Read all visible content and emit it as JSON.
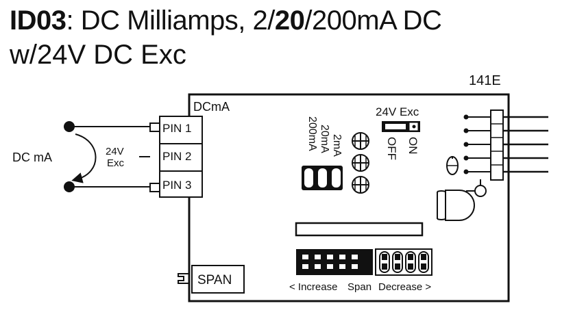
{
  "title": {
    "code": "ID03",
    "sep": ": ",
    "pre": "DC Milliamps, 2/",
    "bold": "20",
    "post": "/200mA DC",
    "line2": "w/24V DC Exc"
  },
  "model": "141E",
  "module_label": "DCmA",
  "pins": [
    "PIN 1",
    "PIN 2",
    "PIN 3"
  ],
  "loop": {
    "signal_label": "DC mA",
    "exc_label_1": "24V",
    "exc_label_2": "Exc"
  },
  "range_labels": [
    "2mA",
    "20mA",
    "200mA"
  ],
  "excitation": {
    "label": "24V Exc",
    "off": "OFF",
    "on": "ON"
  },
  "span_label": "SPAN",
  "span_adjust": {
    "increase": "< Increase",
    "span": "Span",
    "decrease": "Decrease >"
  }
}
